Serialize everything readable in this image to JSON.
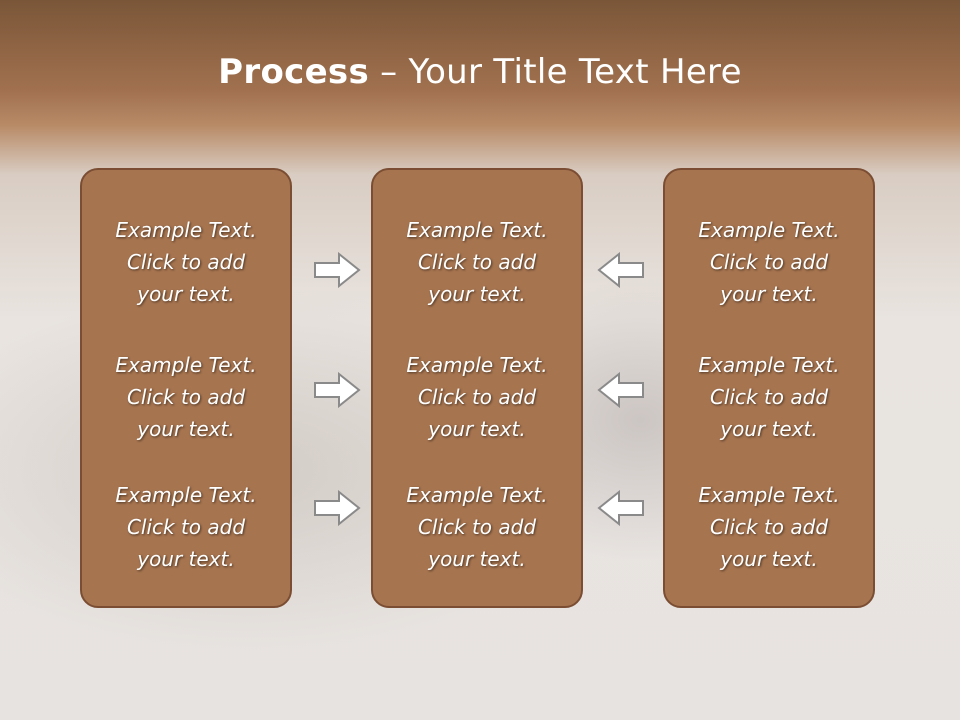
{
  "title": {
    "bold": "Process",
    "rest": " – Your Title Text Here"
  },
  "columns": [
    {
      "blocks": [
        [
          "Example Text.",
          "Click  to add",
          "your text."
        ],
        [
          "Example Text.",
          "Click  to add",
          "your text."
        ],
        [
          "Example Text.",
          "Click  to add",
          "your text."
        ]
      ]
    },
    {
      "blocks": [
        [
          "Example Text.",
          "Click  to add",
          "your text."
        ],
        [
          "Example Text.",
          "Click  to add",
          "your text."
        ],
        [
          "Example Text.",
          "Click  to add",
          "your text."
        ]
      ]
    },
    {
      "blocks": [
        [
          "Example Text.",
          "Click  to add",
          "your text."
        ],
        [
          "Example Text.",
          "Click  to add",
          "your text."
        ],
        [
          "Example Text.",
          "Click  to add",
          "your text."
        ]
      ]
    }
  ],
  "arrows": {
    "left_group": "arrow-right-icon",
    "right_group": "arrow-left-icon"
  },
  "colors": {
    "box_fill": "#a6744f",
    "box_border": "#7b4e33",
    "arrow_fill": "#ffffff",
    "arrow_stroke": "#8a8a8a"
  }
}
